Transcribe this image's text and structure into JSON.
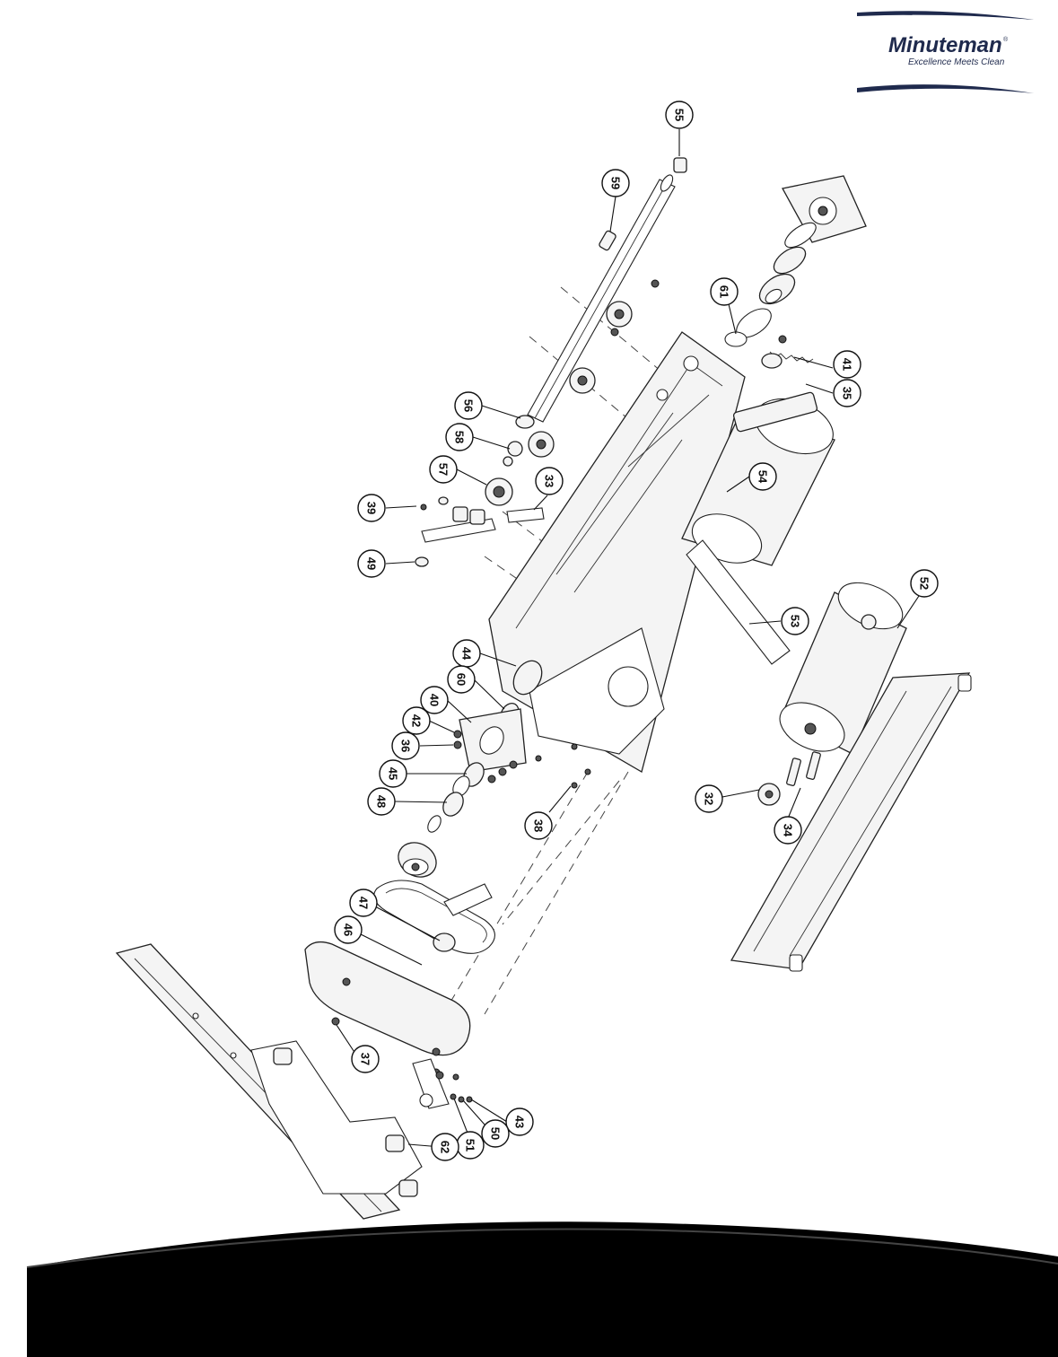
{
  "brand": {
    "name": "Minuteman",
    "tagline": "Excellence Meets Clean",
    "registered": "®"
  },
  "callouts": [
    {
      "id": "c55",
      "label": "55"
    },
    {
      "id": "c59",
      "label": "59"
    },
    {
      "id": "c61",
      "label": "61"
    },
    {
      "id": "c41",
      "label": "41"
    },
    {
      "id": "c35",
      "label": "35"
    },
    {
      "id": "c56",
      "label": "56"
    },
    {
      "id": "c58",
      "label": "58"
    },
    {
      "id": "c57",
      "label": "57"
    },
    {
      "id": "c33",
      "label": "33"
    },
    {
      "id": "c54",
      "label": "54"
    },
    {
      "id": "c39",
      "label": "39"
    },
    {
      "id": "c49",
      "label": "49"
    },
    {
      "id": "c52",
      "label": "52"
    },
    {
      "id": "c53",
      "label": "53"
    },
    {
      "id": "c44",
      "label": "44"
    },
    {
      "id": "c60",
      "label": "60"
    },
    {
      "id": "c40",
      "label": "40"
    },
    {
      "id": "c42",
      "label": "42"
    },
    {
      "id": "c36",
      "label": "36"
    },
    {
      "id": "c45",
      "label": "45"
    },
    {
      "id": "c48",
      "label": "48"
    },
    {
      "id": "c38",
      "label": "38"
    },
    {
      "id": "c32",
      "label": "32"
    },
    {
      "id": "c34",
      "label": "34"
    },
    {
      "id": "c47",
      "label": "47"
    },
    {
      "id": "c46",
      "label": "46"
    },
    {
      "id": "c37",
      "label": "37"
    },
    {
      "id": "c43",
      "label": "43"
    },
    {
      "id": "c50",
      "label": "50"
    },
    {
      "id": "c51",
      "label": "51"
    },
    {
      "id": "c62",
      "label": "62"
    }
  ]
}
